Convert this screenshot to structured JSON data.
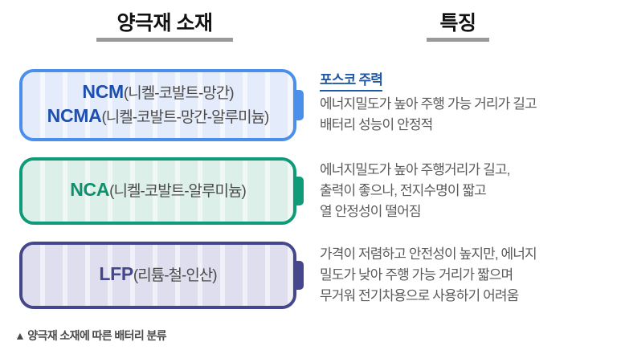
{
  "headers": {
    "left": "양극재 소재",
    "right": "특징"
  },
  "colors": {
    "blue_border": "#4a8fea",
    "blue_fill": "#e4ecfb",
    "blue_stripe": "#f4f7fe",
    "blue_text": "#1c4fb0",
    "green_border": "#0f9b78",
    "green_fill": "#dcefe8",
    "green_stripe": "#eff8f4",
    "green_text": "#0f8f6d",
    "navy_border": "#46468c",
    "navy_fill": "#dedeee",
    "navy_stripe": "#f0f0f8",
    "navy_text": "#46468c",
    "accent_heading": "#1f5aa8",
    "rule_gray": "#9a9a9a",
    "body_gray": "#5a5a5a"
  },
  "rows": [
    {
      "battery": {
        "theme": "blue",
        "lines": [
          {
            "code": "NCM",
            "paren": "(니켈-코발트-망간)"
          },
          {
            "code": "NCMA",
            "paren": "(니켈-코발트-망간-알루미늄)"
          }
        ]
      },
      "description": {
        "heading": "포스코 주력",
        "lines": [
          "에너지밀도가 높아 주행 가능 거리가 길고",
          "배터리 성능이 안정적"
        ]
      }
    },
    {
      "battery": {
        "theme": "green",
        "lines": [
          {
            "code": "NCA",
            "paren": "(니켈-코발트-알루미늄)"
          }
        ]
      },
      "description": {
        "heading": "",
        "lines": [
          "에너지밀도가 높아 주행거리가 길고,",
          "출력이 좋으나, 전지수명이 짧고",
          "열 안정성이 떨어짐"
        ]
      }
    },
    {
      "battery": {
        "theme": "navy",
        "lines": [
          {
            "code": "LFP",
            "paren": "(리튬-철-인산)"
          }
        ]
      },
      "description": {
        "heading": "",
        "lines": [
          "가격이 저렴하고 안전성이 높지만, 에너지",
          "밀도가 낮아 주행 가능 거리가 짧으며",
          "무거워 전기차용으로 사용하기 어려움"
        ]
      }
    }
  ],
  "caption": {
    "marker": "▲",
    "text": "양극재 소재에 따른 배터리 분류"
  }
}
